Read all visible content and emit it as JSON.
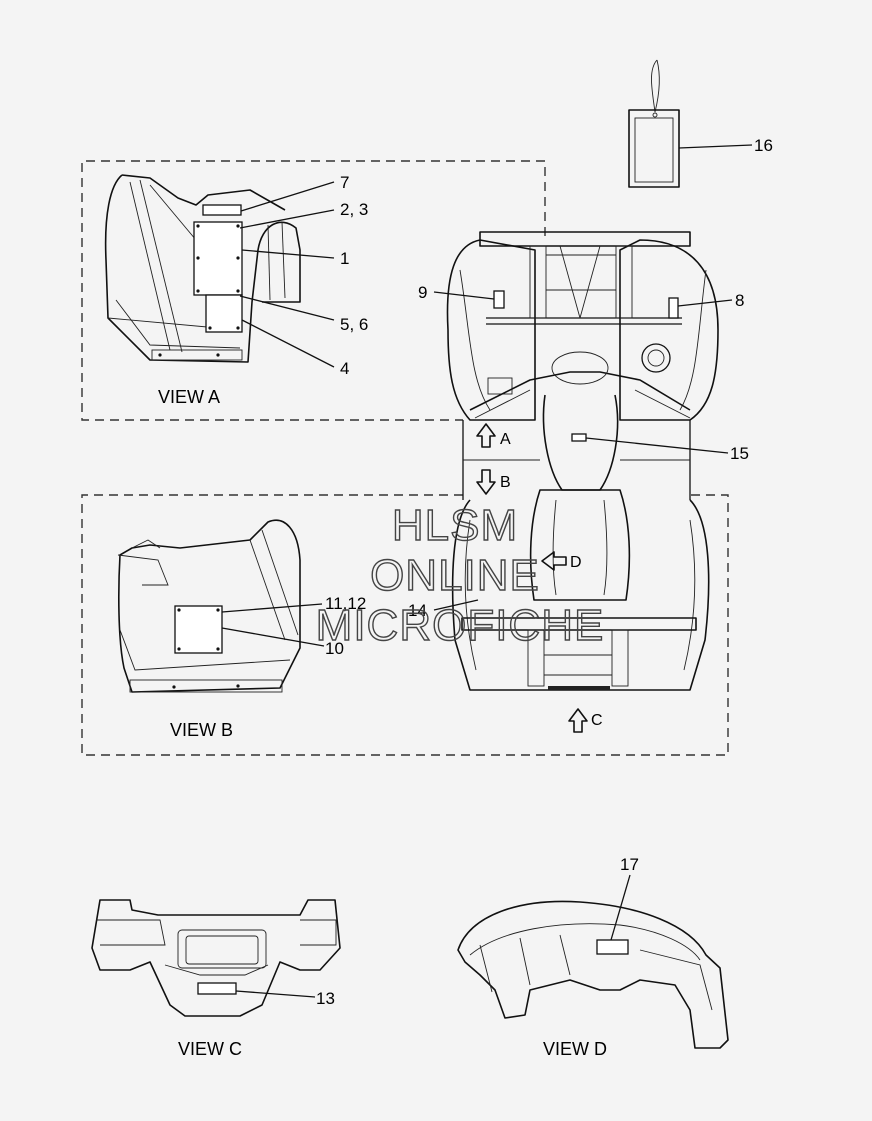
{
  "callouts": {
    "c1": "1",
    "c23": "2, 3",
    "c4": "4",
    "c56": "5, 6",
    "c7": "7",
    "c8": "8",
    "c9": "9",
    "c10": "10",
    "c1112": "11,12",
    "c13": "13",
    "c14": "14",
    "c15": "15",
    "c16": "16",
    "c17": "17"
  },
  "views": {
    "a": "VIEW A",
    "b": "VIEW B",
    "c": "VIEW C",
    "d": "VIEW D"
  },
  "direction_markers": {
    "a": "A",
    "b": "B",
    "c": "C",
    "d": "D"
  },
  "watermark": {
    "line1": "HLSM",
    "line2": "ONLINE",
    "line3": "MICROFICHE"
  },
  "icons": [
    "arrow-up-icon",
    "arrow-down-icon",
    "arrow-left-icon",
    "tag-icon"
  ]
}
